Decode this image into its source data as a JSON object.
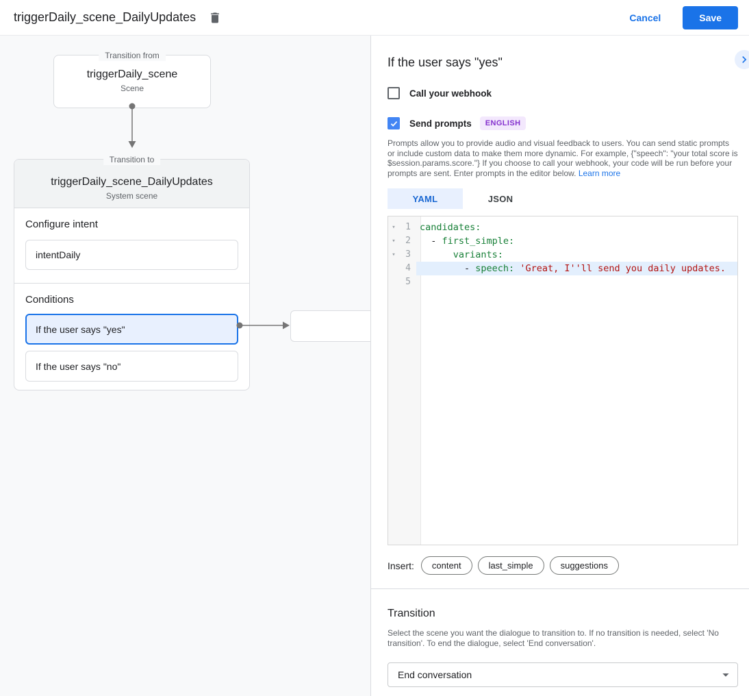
{
  "header": {
    "title": "triggerDaily_scene_DailyUpdates",
    "cancel_label": "Cancel",
    "save_label": "Save"
  },
  "canvas": {
    "from_box": {
      "legend": "Transition from",
      "title": "triggerDaily_scene",
      "subtitle": "Scene"
    },
    "to_box": {
      "legend": "Transition to",
      "title": "triggerDaily_scene_DailyUpdates",
      "subtitle": "System scene",
      "configure_intent_label": "Configure intent",
      "intent_value": "intentDaily",
      "conditions_label": "Conditions",
      "conditions": [
        {
          "label": "If the user says \"yes\"",
          "selected": true
        },
        {
          "label": "If the user says \"no\"",
          "selected": false
        }
      ]
    }
  },
  "panel": {
    "title": "If the user says \"yes\"",
    "webhook": {
      "label": "Call your webhook",
      "checked": false
    },
    "prompts": {
      "label": "Send prompts",
      "checked": true,
      "language_badge": "ENGLISH"
    },
    "description": "Prompts allow you to provide audio and visual feedback to users. You can send static prompts or include custom data to make them more dynamic. For example, {\"speech\": \"your total score is $session.params.score.\"} If you choose to call your webhook, your code will be run before your prompts are sent. Enter prompts in the editor below. ",
    "learn_more_label": "Learn more",
    "tabs": [
      {
        "label": "YAML",
        "active": true
      },
      {
        "label": "JSON",
        "active": false
      }
    ],
    "editor": {
      "lines": [
        {
          "num": "1",
          "fold": true,
          "highlight": false,
          "segments": [
            [
              "key",
              "candidates:"
            ]
          ]
        },
        {
          "num": "2",
          "fold": true,
          "highlight": false,
          "segments": [
            [
              "plain",
              "  - "
            ],
            [
              "key",
              "first_simple:"
            ]
          ]
        },
        {
          "num": "3",
          "fold": true,
          "highlight": false,
          "segments": [
            [
              "plain",
              "      "
            ],
            [
              "key",
              "variants:"
            ]
          ]
        },
        {
          "num": "4",
          "fold": false,
          "highlight": true,
          "segments": [
            [
              "plain",
              "        - "
            ],
            [
              "key",
              "speech:"
            ],
            [
              "plain",
              " "
            ],
            [
              "string",
              "'Great, I''ll send you daily updates."
            ]
          ]
        },
        {
          "num": "5",
          "fold": false,
          "highlight": false,
          "segments": []
        }
      ]
    },
    "insert": {
      "label": "Insert:",
      "chips": [
        "content",
        "last_simple",
        "suggestions"
      ]
    },
    "transition": {
      "heading": "Transition",
      "description": "Select the scene you want the dialogue to transition to. If no transition is needed, select 'No transition'. To end the dialogue, select 'End conversation'.",
      "selected_value": "End conversation"
    }
  },
  "colors": {
    "accent_blue": "#1a73e8",
    "selected_condition_bg": "#e8f0fe",
    "badge_bg": "#f3e8fd",
    "badge_text": "#8430ce",
    "code_key": "#188038",
    "code_string": "#b31412",
    "code_plain": "#202124",
    "line_highlight": "#e3effd"
  }
}
